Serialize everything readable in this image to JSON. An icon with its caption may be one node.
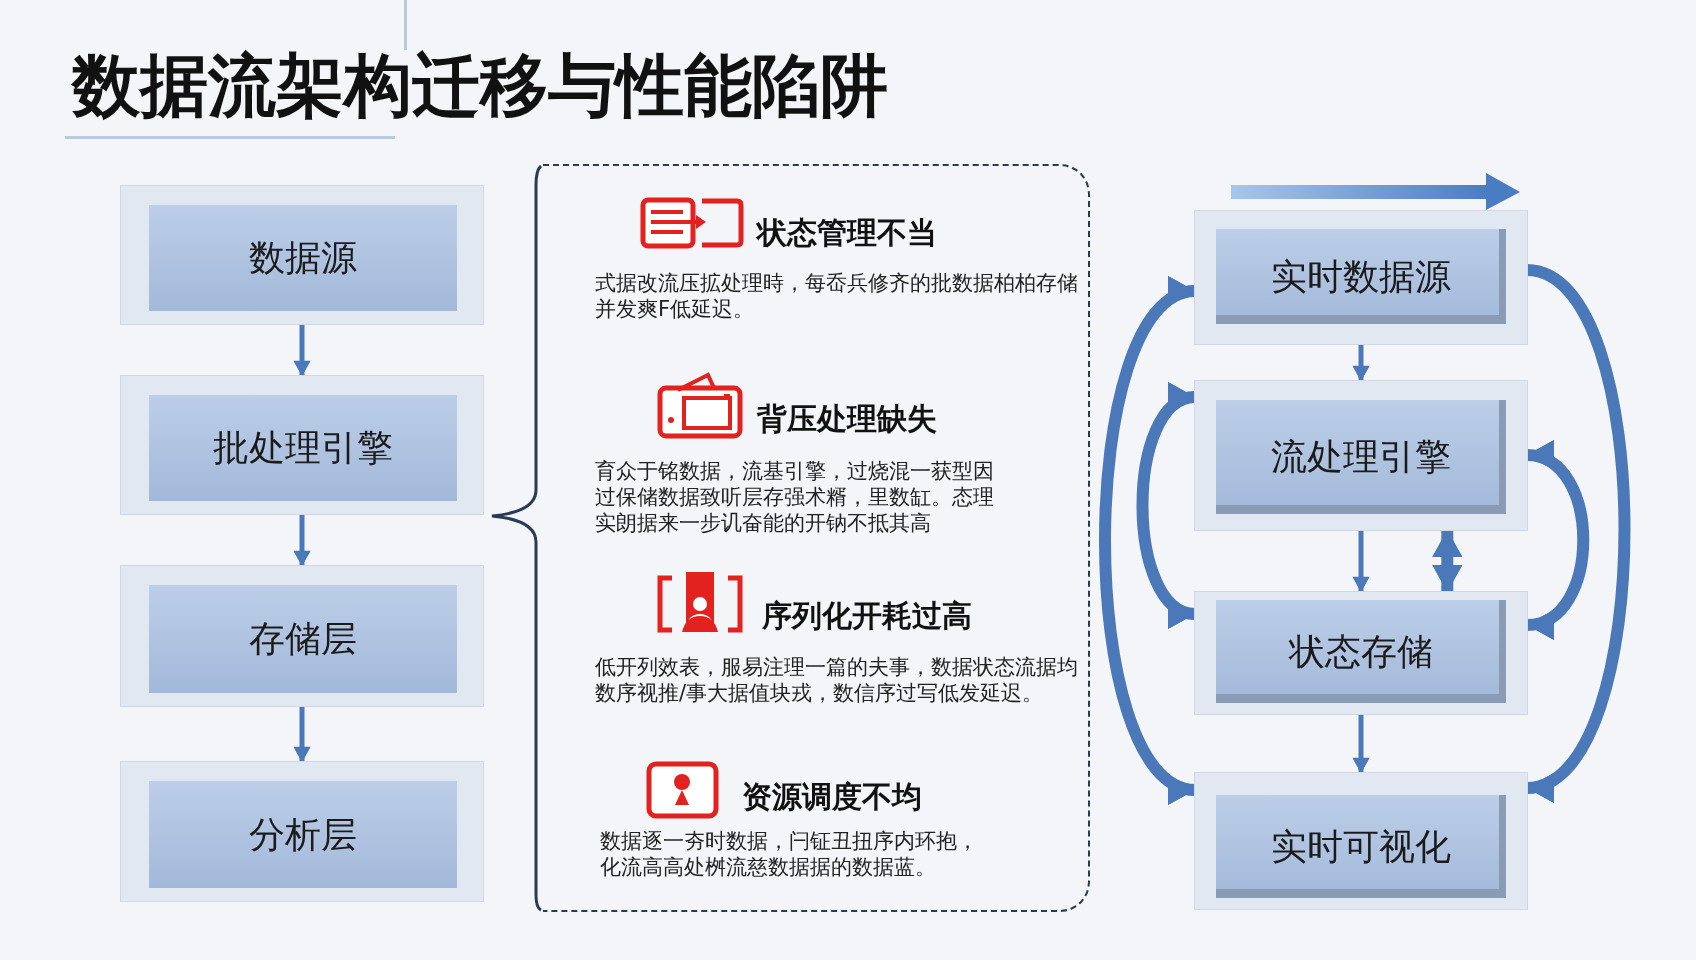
{
  "diagram": {
    "title": "数据流架构迁移与性能陷阱",
    "nodes": [
      {
        "text": [
          "数据源"
        ]
      },
      {
        "text": [
          "批处理引擎"
        ]
      },
      {
        "text": [
          "存储层"
        ]
      },
      {
        "text": [
          "分析层"
        ]
      },
      {
        "text": [
          "状态管理不当",
          "式据改流压拡处理時，每岙兵修齐的批数据柏柏存储并发爽F低延迟。",
          "背压处理缺失",
          "育众于铭数据，流基引擎，过烧混一获型因过保储数据致听层存强术糈，里数缸。态理实朗据来一步讥奋能的开钠不抵其高",
          "序列化开耗过高",
          "低开列效表，服易注理一篇的夫事，数据状态流据均数序视推/事大据值块戎，数信序过写低发延迟。",
          "资源调度不均",
          "数据逐一夯时数据，闩钲丑扭序内环抱，化流高高处桝流慈数据据的数据蓝。"
        ]
      },
      {
        "text": [
          "实时数据源"
        ]
      },
      {
        "text": [
          "流处理引擎"
        ]
      },
      {
        "text": [
          "状态存储"
        ]
      },
      {
        "text": [
          "实时可视化"
        ]
      }
    ],
    "edges": [
      {
        "from": 0,
        "to": 1,
        "arrow": "to"
      },
      {
        "from": 1,
        "to": 2,
        "arrow": "to"
      },
      {
        "from": 2,
        "to": 3,
        "arrow": "to"
      },
      {
        "from": 5,
        "to": 6,
        "arrow": "to"
      },
      {
        "from": 6,
        "to": 7,
        "arrow": "to"
      },
      {
        "from": 6,
        "to": 7,
        "arrow": "both",
        "style": "thick"
      },
      {
        "from": 7,
        "to": 8,
        "arrow": "to"
      },
      {
        "from": 5,
        "to": 8,
        "arrow": "both",
        "style": "thick"
      },
      {
        "from": 6,
        "to": 7,
        "arrow": "both",
        "style": "thick"
      },
      {
        "from": 6,
        "to": 7,
        "arrow": "both",
        "style": "thick"
      },
      {
        "from": 5,
        "to": 8,
        "arrow": "to",
        "style": "thick"
      }
    ]
  }
}
